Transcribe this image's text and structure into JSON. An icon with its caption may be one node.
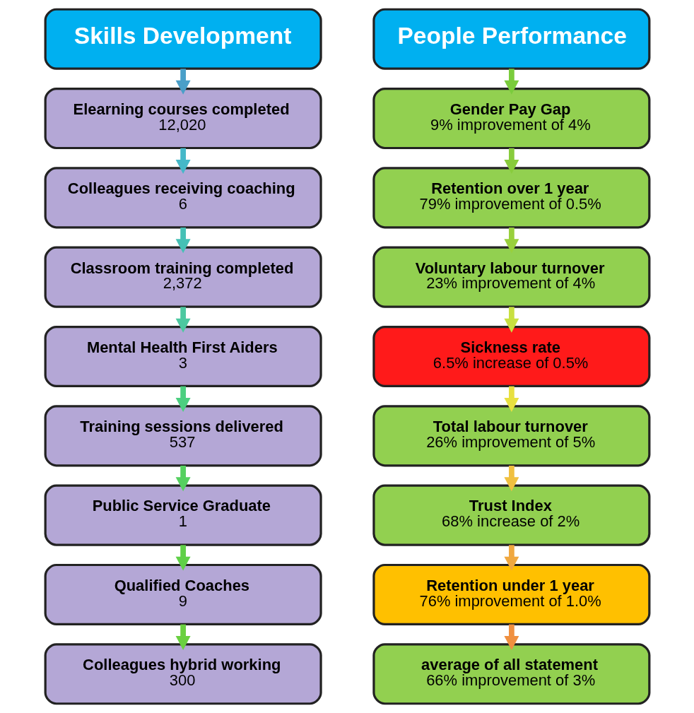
{
  "diagram": {
    "nodes": [
      {
        "text": [
          "Skills Development"
        ]
      },
      {
        "text": [
          "Elearning courses completed",
          "12,020"
        ]
      },
      {
        "text": [
          "Colleagues receiving coaching",
          "6"
        ]
      },
      {
        "text": [
          "Classroom training completed",
          "2,372"
        ]
      },
      {
        "text": [
          "Mental Health First Aiders",
          "3"
        ]
      },
      {
        "text": [
          "Training sessions delivered",
          "537"
        ]
      },
      {
        "text": [
          "Public Service Graduate",
          "1"
        ]
      },
      {
        "text": [
          "Qualified Coaches",
          "9"
        ]
      },
      {
        "text": [
          "Colleagues hybrid working",
          "300"
        ]
      },
      {
        "text": [
          "People Performance"
        ]
      },
      {
        "text": [
          "Gender Pay Gap",
          "9% improvement of 4%"
        ]
      },
      {
        "text": [
          "Retention over 1 year",
          "79% improvement of 0.5%"
        ]
      },
      {
        "text": [
          "Voluntary labour turnover",
          "23% improvement of 4%"
        ]
      },
      {
        "text": [
          "Sickness rate",
          "6.5% increase of 0.5%"
        ]
      },
      {
        "text": [
          "Total labour turnover",
          "26% improvement of 5%"
        ]
      },
      {
        "text": [
          "Trust Index",
          "68% increase of 2%"
        ]
      },
      {
        "text": [
          "Retention under 1 year",
          "76% improvement of 1.0%"
        ]
      },
      {
        "text": [
          "average of all statement",
          "66% improvement of 3%"
        ]
      }
    ],
    "edges": [
      {
        "from": 0,
        "to": 1,
        "arrow": "to",
        "color": "#4a9fc8"
      },
      {
        "from": 1,
        "to": 2,
        "arrow": "to",
        "color": "#45b8c8"
      },
      {
        "from": 2,
        "to": 3,
        "arrow": "to",
        "color": "#45c0b5"
      },
      {
        "from": 3,
        "to": 4,
        "arrow": "to",
        "color": "#4cc8a0"
      },
      {
        "from": 4,
        "to": 5,
        "arrow": "to",
        "color": "#4ccf80"
      },
      {
        "from": 5,
        "to": 6,
        "arrow": "to",
        "color": "#55d060"
      },
      {
        "from": 6,
        "to": 7,
        "arrow": "to",
        "color": "#60d048"
      },
      {
        "from": 7,
        "to": 8,
        "arrow": "to",
        "color": "#6ad040"
      },
      {
        "from": 9,
        "to": 10,
        "arrow": "to",
        "color": "#7acc3c"
      },
      {
        "from": 10,
        "to": 11,
        "arrow": "to",
        "color": "#88cc3c"
      },
      {
        "from": 11,
        "to": 12,
        "arrow": "to",
        "color": "#99d03c"
      },
      {
        "from": 12,
        "to": 13,
        "arrow": "to",
        "color": "#c8e040"
      },
      {
        "from": 13,
        "to": 14,
        "arrow": "to",
        "color": "#e8e040"
      },
      {
        "from": 14,
        "to": 15,
        "arrow": "to",
        "color": "#f0c040"
      },
      {
        "from": 15,
        "to": 16,
        "arrow": "to",
        "color": "#f0a840"
      },
      {
        "from": 16,
        "to": 17,
        "arrow": "to",
        "color": "#f09040"
      }
    ]
  }
}
